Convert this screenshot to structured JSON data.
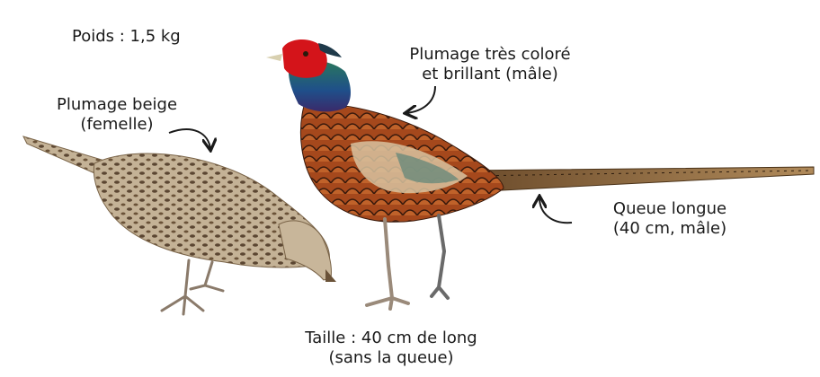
{
  "labels": {
    "weight": "Poids : 1,5 kg",
    "female_line1": "Plumage beige",
    "female_line2": "(femelle)",
    "male_line1": "Plumage très coloré",
    "male_line2": "et brillant (mâle)",
    "tail_line1": "Queue longue",
    "tail_line2": "(40 cm, mâle)",
    "size_line1": "Taille : 40 cm de long",
    "size_line2": "(sans la queue)"
  },
  "colors": {
    "female_plumage": "#b9a58a",
    "male_head": "#d4141a",
    "male_neck": "#1f5a7a",
    "male_body": "#a5481c",
    "male_tail": "#8a6a3a",
    "arrow": "#1a1a1a"
  }
}
